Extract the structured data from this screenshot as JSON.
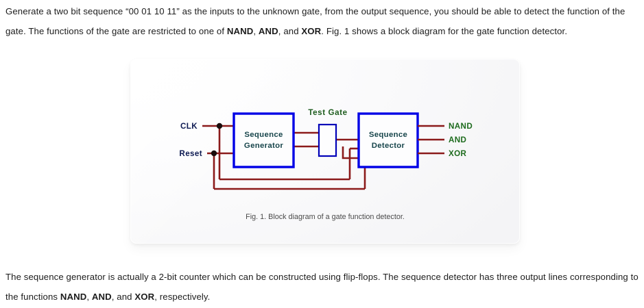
{
  "paragraphs": {
    "intro_part1": "Generate a two bit sequence “00 01 10 11” as the inputs to the unknown gate, from the output sequence, you should be able to detect the function of the gate.  The functions of the gate are restricted to one of ",
    "intro_g1": "NAND",
    "intro_sep1": ", ",
    "intro_g2": "AND",
    "intro_sep2": ", and ",
    "intro_g3": "XOR",
    "intro_part2": ". Fig. 1 shows a block diagram for the gate function detector.",
    "outro_part1": "The sequence generator is actually a 2-bit counter which can be constructed using flip-flops.  The sequence detector has three output lines corresponding to the functions ",
    "outro_g1": "NAND",
    "outro_sep1": ", ",
    "outro_g2": "AND",
    "outro_sep2": ", and ",
    "outro_g3": "XOR",
    "outro_part2": ", respectively."
  },
  "figure": {
    "caption": "Fig. 1. Block diagram of a gate function detector.",
    "gate_label": "Test Gate",
    "blocks": [
      {
        "id": "sequence-generator",
        "line1": "Sequence",
        "line2": "Generator"
      },
      {
        "id": "test-gate",
        "line1": "",
        "line2": ""
      },
      {
        "id": "sequence-detector",
        "line1": "Sequence",
        "line2": "Detector"
      }
    ],
    "inputs": [
      {
        "id": "clk",
        "label": "CLK"
      },
      {
        "id": "reset",
        "label": "Reset"
      }
    ],
    "outputs": [
      {
        "id": "nand",
        "label": "NAND"
      },
      {
        "id": "and",
        "label": "AND"
      },
      {
        "id": "xor",
        "label": "XOR"
      }
    ]
  },
  "colors": {
    "block_border": "#0000e6",
    "wire": "#8b1a1a",
    "block_text": "#17454b",
    "io_text": "#0d1a52",
    "output_text": "#1d6b1d",
    "gate_text": "#1d5c1d",
    "body_text": "#1c1c1c",
    "caption_text": "#4a4a4a",
    "card_background": "#f7f7f9"
  }
}
